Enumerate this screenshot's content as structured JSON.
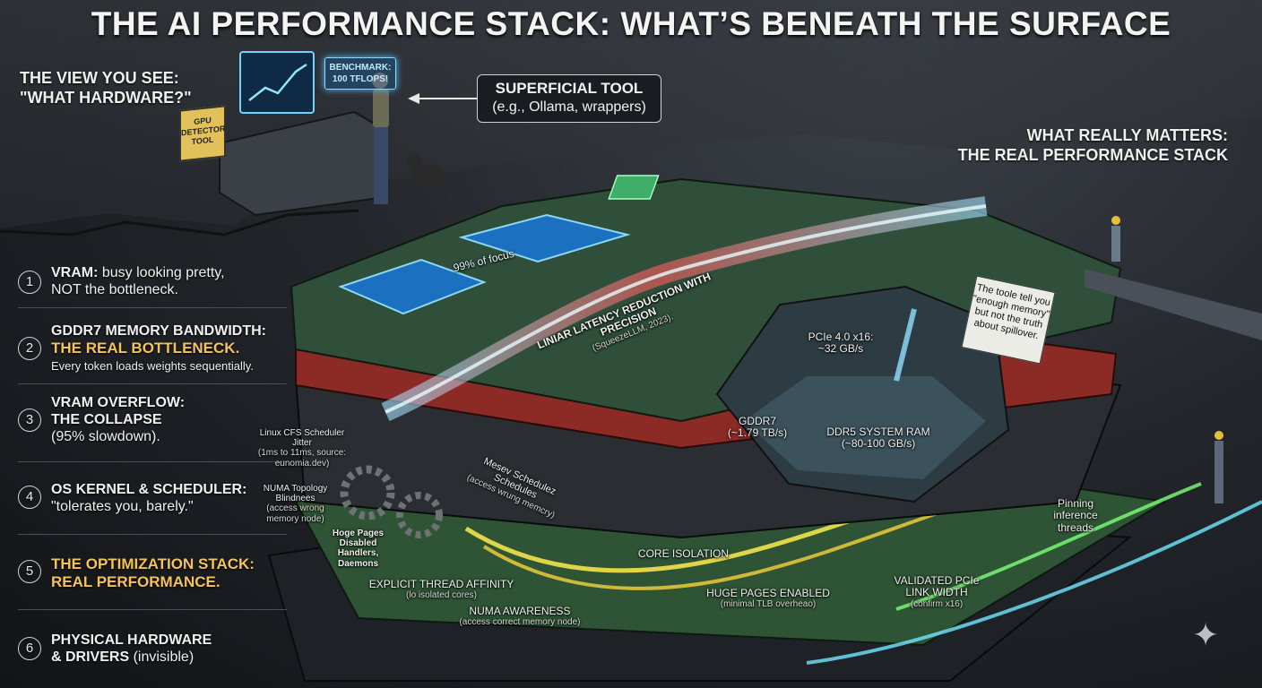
{
  "title": "THE AI PERFORMANCE STACK: WHAT’S BENEATH THE SURFACE",
  "view_you_see": [
    "THE VIEW YOU SEE:",
    "\"WHAT HARDWARE?\""
  ],
  "gpu_sign": "GPU DETECTOR TOOL",
  "benchmark_screen": "BENCHMARK: 100 TFLOPS!",
  "superficial_tool": {
    "title": "SUPERFICIAL TOOL",
    "subtitle": "(e.g., Ollama, wrappers)"
  },
  "what_matters": [
    "WHAT REALLY MATTERS:",
    "THE REAL PERFORMANCE STACK"
  ],
  "layers": [
    {
      "num": "1",
      "bold": "VRAM:",
      "text": " busy looking pretty,",
      "line2": "NOT the bottleneck."
    },
    {
      "num": "2",
      "bold": "GDDR7 MEMORY BANDWIDTH:",
      "gold": "THE REAL BOTTLENECK.",
      "line3": "Every token loads weights sequentially."
    },
    {
      "num": "3",
      "bold": "VRAM OVERFLOW:",
      "bold2": "THE COLLAPSE",
      "line3": "(95% slowdown)."
    },
    {
      "num": "4",
      "bold": "OS KERNEL & SCHEDULER:",
      "line2": "\"tolerates you, barely.\""
    },
    {
      "num": "5",
      "gold": "THE OPTIMIZATION STACK:",
      "gold2": "REAL PERFORMANCE."
    },
    {
      "num": "6",
      "bold": "PHYSICAL HARDWARE",
      "bold2": "& DRIVERS",
      "text2": " (invisible)"
    }
  ],
  "labels": {
    "focus": "99% of focus",
    "latency_title": "LINIAR LATENCY REDUCTION WITH PRECISION",
    "latency_source": "(SqueezeLLM, 2023).",
    "pcie": "PCIe 4.0 x16:",
    "pcie_speed": "~32 GB/s",
    "gddr7": "GDDR7",
    "gddr7_speed": "(~1.79 TB/s)",
    "ddr5": "DDR5 SYSTEM RAM",
    "ddr5_speed": "(~80-100 GB/s)",
    "tools_note": "The toole tell you \"enough memory\" but not the truth about spillover.",
    "cfs": "Linux CFS Scheduler Jitter",
    "cfs_detail": "(1ms to 11ms, source: eunomia.dev)",
    "numa_blind": "NUMA Topology Blindnees",
    "numa_blind_detail": "(access wrong memory node)",
    "mesev": "Mesev Schedulez",
    "mesev2": "Schedules",
    "mesev_detail": "(access wrung memcry)",
    "hugepages_disabled": "Hoge Pages Disabled Handlers, Daemons",
    "core_isolation": "CORE ISOLATION",
    "thread_affinity": "EXPLICIT THREAD AFFINITY",
    "thread_affinity_detail": "(lo isolated cores)",
    "numa_aware": "NUMA AWARENESS",
    "numa_aware_detail": "(access correct memory node)",
    "hugepages_enabled": "HUGE PAGES ENABLED",
    "hugepages_enabled_detail": "(minimal TLB overheao)",
    "pcie_validated": "VALIDATED PCIe LINK WIDTH",
    "pcie_validated_detail": "(confirm x16)",
    "pinning": "Pinning inference threads"
  },
  "colors": {
    "gold": "#f4c35a",
    "blue_glow": "#4fc3ff",
    "red_layer": "#b8322e",
    "green_board": "#2f5a3a",
    "yellow_trace": "#f2e34a"
  }
}
